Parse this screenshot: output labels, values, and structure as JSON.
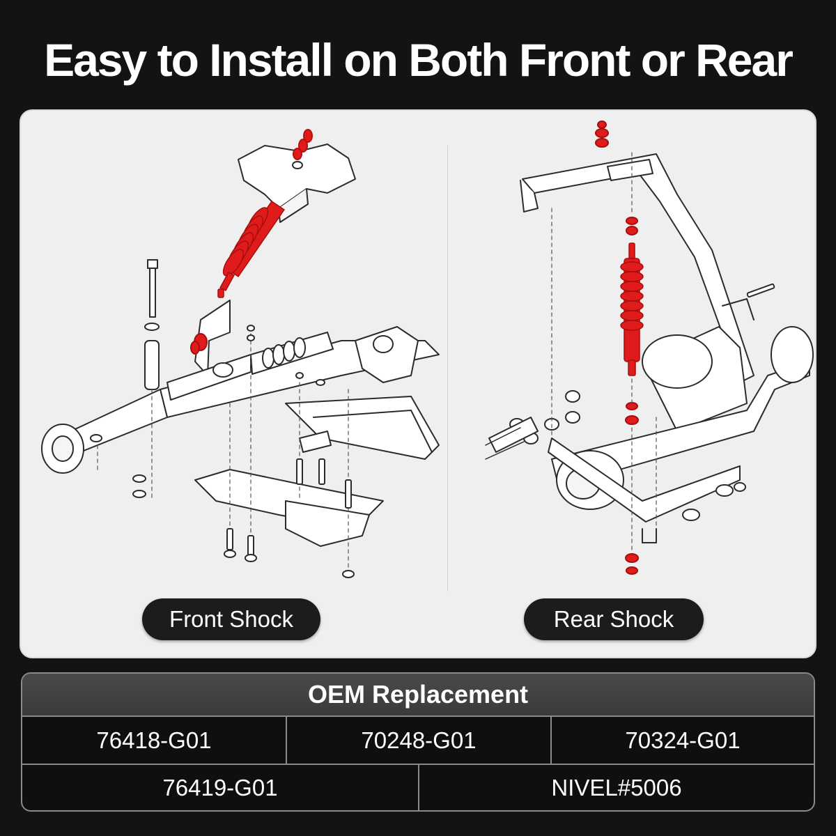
{
  "headline": "Easy to Install on Both Front or Rear",
  "labels": {
    "front": "Front Shock",
    "rear": "Rear Shock"
  },
  "oem": {
    "title": "OEM Replacement",
    "rows": [
      [
        "76418-G01",
        "70248-G01",
        "70324-G01"
      ],
      [
        "76419-G01",
        "NIVEL#5006"
      ]
    ]
  },
  "colors": {
    "background": "#131315",
    "panel": "#efefef",
    "shock_accent": "#e01b1b",
    "pill": "#1c1c1c",
    "table_header": "#424244"
  },
  "icons": {
    "front_diagram": "front-suspension-exploded-diagram",
    "rear_diagram": "rear-suspension-exploded-diagram"
  }
}
